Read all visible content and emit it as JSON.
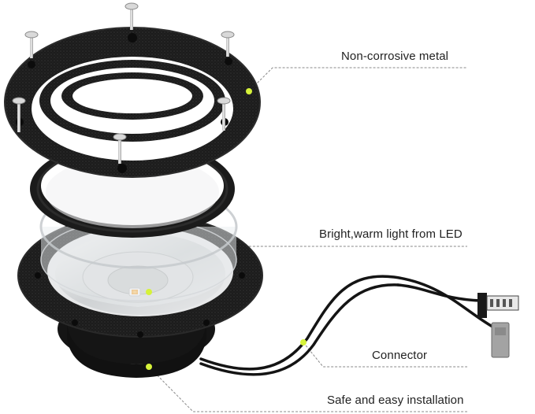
{
  "callouts": [
    {
      "label": "Non-corrosive metal"
    },
    {
      "label": "Bright,warm light from LED"
    },
    {
      "label": "Connector"
    },
    {
      "label": "Safe and easy installation"
    }
  ],
  "colors": {
    "background": "#ffffff",
    "ring": "#1f1f1f",
    "ring_highlight": "#3a3a3a",
    "marker": "#d6f23a",
    "leader_line": "#8a8a8a",
    "led": "#f3a43b",
    "connector": "#9b9b9b"
  }
}
